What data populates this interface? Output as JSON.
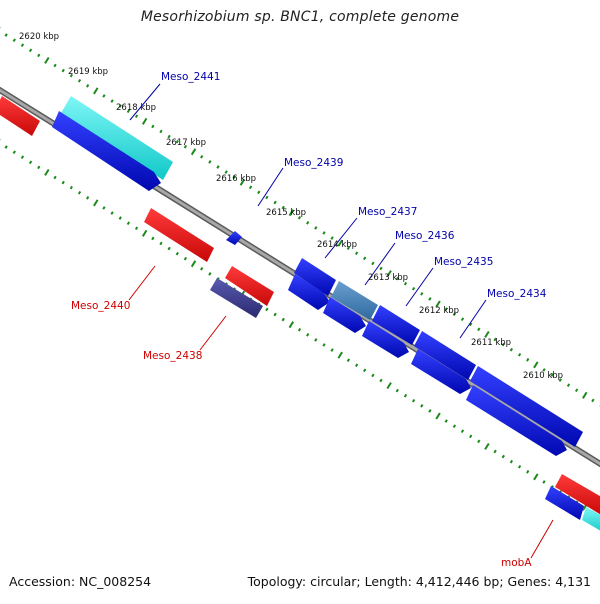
{
  "title": "Mesorhizobium sp. BNC1, complete genome",
  "footer": {
    "accession": "Accession: NC_008254",
    "topology": "Topology: circular; Length: 4,412,446 bp; Genes: 4,131"
  },
  "scale_labels": [
    "2620 kbp",
    "2619 kbp",
    "2618 kbp",
    "2617 kbp",
    "2616 kbp",
    "2615 kbp",
    "2614 kbp",
    "2613 kbp",
    "2612 kbp",
    "2611 kbp",
    "2610 kbp"
  ],
  "gene_labels": {
    "Meso_2441": "Meso_2441",
    "Meso_2439": "Meso_2439",
    "Meso_2437": "Meso_2437",
    "Meso_2436": "Meso_2436",
    "Meso_2435": "Meso_2435",
    "Meso_2434": "Meso_2434",
    "Meso_2440": "Meso_2440",
    "Meso_2438": "Meso_2438",
    "mobA": "mobA"
  },
  "colors": {
    "forward_gene": "#0a14dc",
    "reverse_gene": "#e81414",
    "cyan_gene": "#22e6e6",
    "purple_gene": "#3a3a8c",
    "steel_gene": "#3f7fb8",
    "backbone": "#909090",
    "tick": "#1a8a1a",
    "label_forward": "#0000aa",
    "label_reverse": "#cc0000"
  }
}
